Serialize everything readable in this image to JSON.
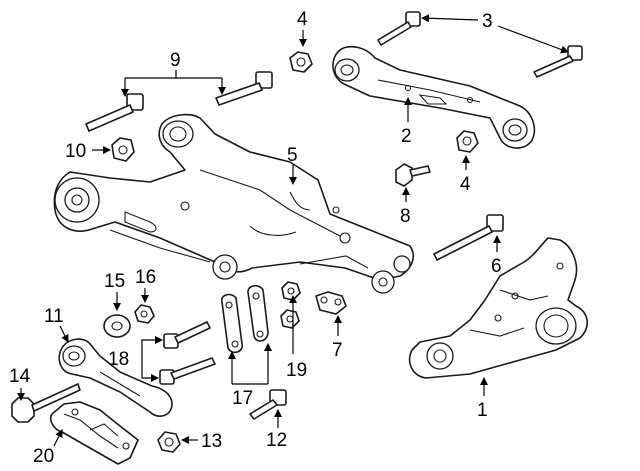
{
  "callouts": {
    "c1": "1",
    "c2": "2",
    "c3": "3",
    "c4a": "4",
    "c4b": "4",
    "c5": "5",
    "c6": "6",
    "c7": "7",
    "c8": "8",
    "c9": "9",
    "c10": "10",
    "c11": "11",
    "c12": "12",
    "c13": "13",
    "c14": "14",
    "c15": "15",
    "c16": "16",
    "c17": "17",
    "c18": "18",
    "c19": "19",
    "c20": "20"
  },
  "colors": {
    "line": "#1a1a1a",
    "fill": "#ffffff",
    "text": "#000000"
  }
}
